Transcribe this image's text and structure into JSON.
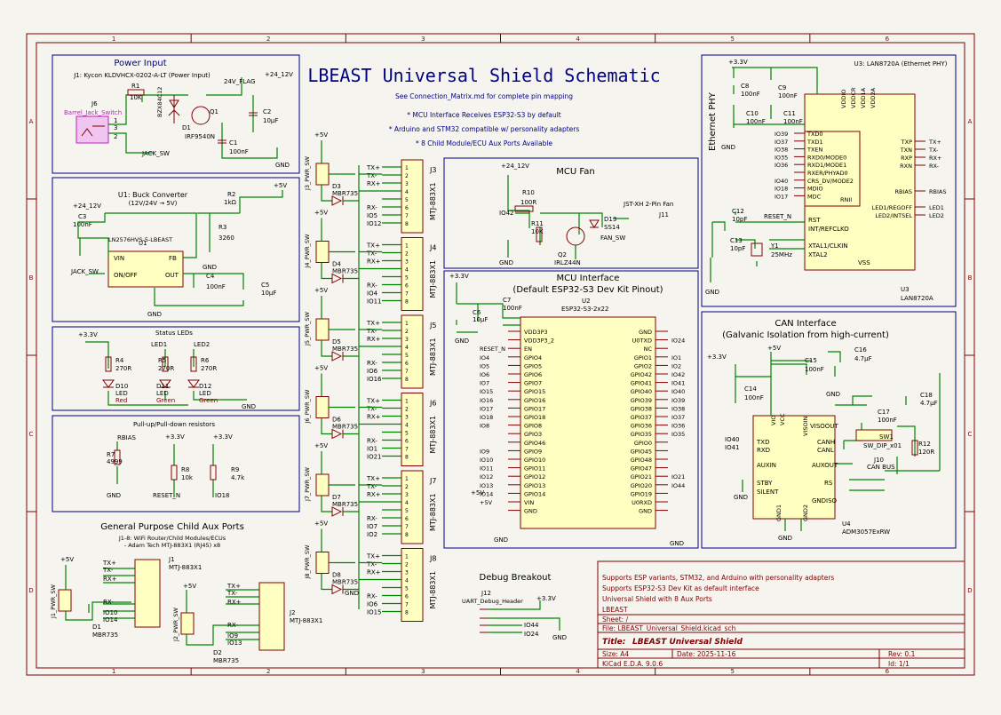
{
  "sheet_title": "LBEAST Universal Shield Schematic",
  "notes": [
    "See Connection_Matrix.md for complete pin mapping",
    "* MCU Interface Receives ESP32-S3 by default",
    "* Arduino and STM32 compatible w/ personality adapters",
    "* 8 Child Module/ECU Aux Ports Available"
  ],
  "grid_cols": [
    "1",
    "2",
    "3",
    "4",
    "5",
    "6"
  ],
  "grid_rows": [
    "A",
    "B",
    "C",
    "D"
  ],
  "sections": {
    "power_input": {
      "title": "Power Input",
      "j1": "J1: Kycon KLDVHCX-0202-A-LT (Power Input)",
      "labels": [
        "R1",
        "10K",
        "BZX84C12",
        "D1",
        "IRF9540N",
        "24V_FLAG",
        "+24_12V",
        "C2",
        "10µF",
        "C1",
        "100nF",
        "GND",
        "JACK_SW",
        "J6",
        "Barrel_Jack_Switch",
        "3",
        "1",
        "2",
        "Q1"
      ]
    },
    "buck": {
      "title": "U1: Buck Converter",
      "subtitle": "(12V/24V → 5V)",
      "labels": [
        "+24_12V",
        "+5V",
        "C3",
        "100nF",
        "R2",
        "1kΩ",
        "R3",
        "3260",
        "U1",
        "LN2576HVS-5-LBEAST",
        "VIN",
        "FB",
        "OUT",
        "JACK_SW",
        "ON/OFF",
        "C4",
        "100nF",
        "C5",
        "10µF",
        "GND",
        "GND",
        "5",
        "3",
        "4",
        "1",
        "2"
      ]
    },
    "status_leds": {
      "title": "Status LEDs",
      "labels": [
        "+3.3V",
        "LED1",
        "LED2",
        "R4",
        "270R",
        "R5",
        "270R",
        "R6",
        "270R",
        "D10",
        "LED",
        "Red",
        "D11",
        "LED",
        "Green",
        "D12",
        "LED",
        "Green",
        "GND"
      ]
    },
    "pull": {
      "title": "Pull-up/Pull-down resistors",
      "labels": [
        "RBIAS",
        "R7",
        "4999",
        "+3.3V",
        "+3.3V",
        "R8",
        "10k",
        "R9",
        "4.7k",
        "GND",
        "RESET_N",
        "IO18"
      ]
    },
    "aux": {
      "title": "General Purpose Child Aux Ports",
      "subtitle": "J1-8: WiFi Router/Child Modules/ECUs",
      "subtitle2": "- Adam Tech MTJ-883X1 (RJ45) x8",
      "labels": [
        "+5V",
        "J1_PWR_SW",
        "D1",
        "MBR735",
        "J1",
        "MTJ-883X1",
        "TX+",
        "TX-",
        "RX+",
        "RX-",
        "IO10",
        "IO14",
        "+5V",
        "J2_PWR_SW",
        "D2",
        "MBR735",
        "J2",
        "MTJ-883X1",
        "IO9",
        "IO13"
      ]
    },
    "ports": {
      "items": [
        {
          "j": "J3",
          "sw": "J3_PWR_SW",
          "d": "D3",
          "io": [
            "IO5",
            "IO12"
          ]
        },
        {
          "j": "J4",
          "sw": "J4_PWR_SW",
          "d": "D4",
          "io": [
            "IO4",
            "IO11"
          ]
        },
        {
          "j": "J5",
          "sw": "J5_PWR_SW",
          "d": "D5",
          "io": [
            "IO6",
            "IO16"
          ]
        },
        {
          "j": "J6",
          "sw": "J6_PWR_SW",
          "d": "D6",
          "io": [
            "IO1",
            "IO21"
          ]
        },
        {
          "j": "J7",
          "sw": "J7_PWR_SW",
          "d": "D7",
          "io": [
            "IO7",
            "IO2"
          ]
        },
        {
          "j": "J8",
          "sw": "J8_PWR_SW",
          "d": "D8",
          "io": [
            "IO6",
            "IO15"
          ]
        }
      ],
      "part": "MTJ-883X1",
      "diode": "MBR735",
      "vplus": "+5V",
      "gnd": "GND",
      "sig": [
        "TX+",
        "TX-",
        "RX+",
        "RX-"
      ]
    },
    "fan": {
      "title": "MCU Fan",
      "labels": [
        "+24_12V",
        "R10",
        "100R",
        "IO42",
        "R11",
        "10K",
        "Q2",
        "IRLZ44N",
        "D13",
        "SS14",
        "JST-XH 2-Pin Fan",
        "J11",
        "FAN_SW",
        "GND",
        "GND"
      ]
    },
    "mcu": {
      "title": "MCU Interface",
      "subtitle": "(Default ESP32-S3 Dev Kit Pinout)",
      "u": "U2",
      "part": "ESP32-S3-2x22",
      "left_pins": [
        "VDD3P3",
        "VDD3P3_2",
        "EN",
        "GPIO4",
        "GPIO5",
        "GPIO6",
        "GPIO7",
        "GPIO15",
        "GPIO16",
        "GPIO17",
        "GPIO18",
        "GPIO8",
        "GPIO3",
        "GPIO46",
        "GPIO9",
        "GPIO10",
        "GPIO11",
        "GPIO12",
        "GPIO13",
        "GPIO14",
        "VIN",
        "GND"
      ],
      "left_nets": [
        "",
        "",
        "RESET_N",
        "IO4",
        "IO5",
        "IO6",
        "IO7",
        "IO15",
        "IO16",
        "IO17",
        "IO18",
        "IO8",
        "",
        "",
        "IO9",
        "IO10",
        "IO11",
        "IO12",
        "IO13",
        "IO14",
        "+5V",
        ""
      ],
      "right_pins": [
        "GND",
        "U0TXD",
        "NC",
        "GPIO1",
        "GPIO2",
        "GPIO42",
        "GPIO41",
        "GPIO40",
        "GPIO39",
        "GPIO38",
        "GPIO37",
        "GPIO36",
        "GPIO35",
        "GPIO0",
        "GPIO45",
        "GPIO48",
        "GPIO47",
        "GPIO21",
        "GPIO20",
        "GPIO19",
        "U0RXD",
        "GND"
      ],
      "right_nets": [
        "",
        "IO24",
        "",
        "IO1",
        "IO2",
        "IO42",
        "IO41",
        "IO40",
        "IO39",
        "IO38",
        "IO37",
        "IO36",
        "IO35",
        "",
        "",
        "",
        "",
        "IO21",
        "IO44",
        "",
        "",
        ""
      ],
      "labels": [
        "+3.3V",
        "C6",
        "10µF",
        "C7",
        "100nF",
        "GND",
        "GND",
        "GND",
        "+5V"
      ]
    },
    "eth": {
      "title": "U3: LAN8720A (Ethernet PHY)",
      "side": "Ethernet PHY",
      "u": "U3",
      "part": "LAN8720A",
      "left_pins": [
        "TXD0",
        "TXD1",
        "TXEN",
        "RXD0/MODE0",
        "RXD1/MODE1",
        "RXER/PHYAD0",
        "CRS_DV/MODE2",
        "MDIO",
        "MDC"
      ],
      "left_nets": [
        "IO39",
        "IO37",
        "IO38",
        "IO35",
        "IO36",
        "",
        "IO40",
        "IO18",
        "IO17"
      ],
      "right_pins": [
        "TXP",
        "TXN",
        "RXP",
        "RXN",
        "RBIAS",
        "LED1/REGOFF",
        "LED2/INTSEL"
      ],
      "right_nets": [
        "TX+",
        "TX-",
        "RX+",
        "RX-",
        "RBIAS",
        "LED1",
        "LED2"
      ],
      "labels": [
        "+3.3V",
        "C8",
        "100nF",
        "C9",
        "100nF",
        "C10",
        "100nF",
        "C11",
        "100nF",
        "VDD2A",
        "VDD1A",
        "VDDCR",
        "VDDIO",
        "RNII",
        "GND",
        "C12",
        "10pF",
        "RESET_N",
        "RST",
        "INT/REFCLKO",
        "XTAL1/CLKIN",
        "XTAL2",
        "C13",
        "10pF",
        "Y1",
        "25MHz",
        "VSS",
        "GND"
      ]
    },
    "can": {
      "title": "CAN Interface",
      "subtitle": "(Galvanic Isolation from high-current)",
      "u": "U4",
      "part": "ADM3057ExRW",
      "labels": [
        "+5V",
        "C16",
        "4.7µF",
        "C15",
        "100nF",
        "+3.3V",
        "C14",
        "100nF",
        "GND",
        "C17",
        "100nF",
        "C18",
        "4.7µF",
        "VIO",
        "VCC",
        "VISOIN",
        "VISOOUT",
        "TXD",
        "RXD",
        "IO40",
        "IO41",
        "AUXIN",
        "STBY",
        "SILENT",
        "GND1",
        "GND2",
        "GNDISO",
        "CANH",
        "CANL",
        "AUXOUT",
        "RS",
        "SW1",
        "SW_DIP_x01",
        "R12",
        "120R",
        "J10",
        "CAN BUS",
        "GND",
        "GND"
      ]
    },
    "debug": {
      "title": "Debug Breakout",
      "labels": [
        "J12",
        "UART_Debug_Header",
        "+3.3V",
        "IO44",
        "IO24",
        "GND"
      ]
    }
  },
  "title_block": {
    "comments": [
      "Supports ESP variants, STM32, and Arduino with personality adapters",
      "Supports ESP32-S3 Dev Kit as default interface",
      "Universal Shield with 8 Aux Ports",
      "LBEAST"
    ],
    "title_label": "Title:",
    "title": "LBEAST Universal Shield",
    "sheet_label": "Sheet: /",
    "file_label": "File: LBEAST_Universal_Shield.kicad_sch",
    "size_label": "Size: A4",
    "date_label": "Date: 2025-11-16",
    "rev_label": "Rev: 0.1",
    "tool": "KiCad E.D.A. 9.0.6",
    "id_label": "Id: 1/1"
  }
}
